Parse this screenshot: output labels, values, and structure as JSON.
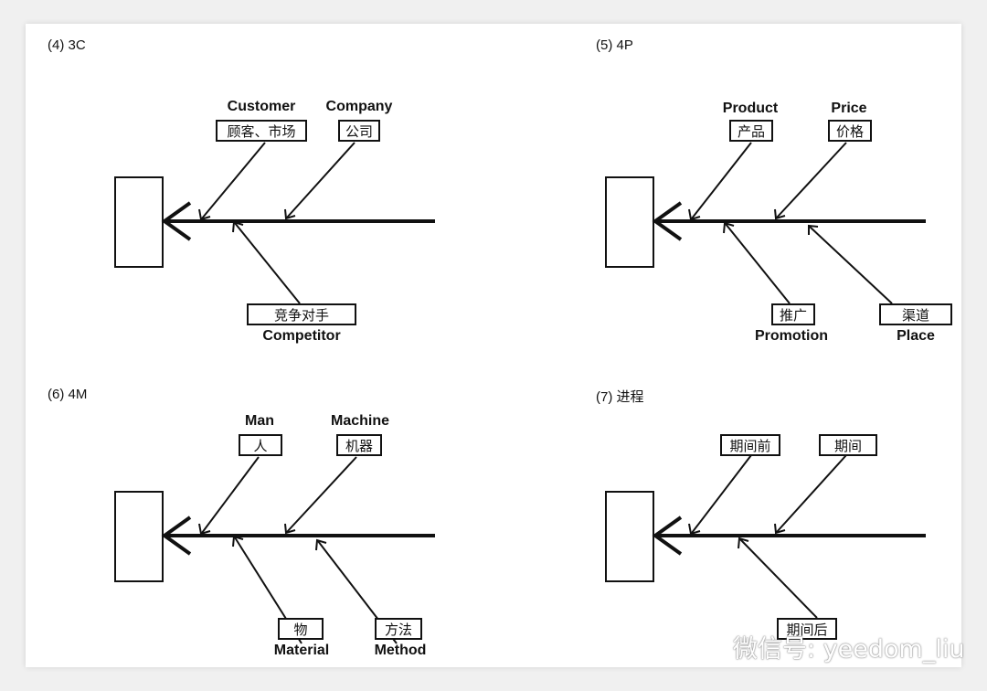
{
  "panels": {
    "p3c": {
      "title": "(4) 3C",
      "causes": [
        {
          "en": "Customer",
          "zh": "顾客、市场"
        },
        {
          "en": "Company",
          "zh": "公司"
        },
        {
          "en": "Competitor",
          "zh": "竞争对手"
        }
      ]
    },
    "p4p": {
      "title": "(5) 4P",
      "causes": [
        {
          "en": "Product",
          "zh": "产品"
        },
        {
          "en": "Price",
          "zh": "价格"
        },
        {
          "en": "Promotion",
          "zh": "推广"
        },
        {
          "en": "Place",
          "zh": "渠道"
        }
      ]
    },
    "p4m": {
      "title": "(6) 4M",
      "causes": [
        {
          "en": "Man",
          "zh": "人"
        },
        {
          "en": "Machine",
          "zh": "机器"
        },
        {
          "en": "Material",
          "zh": "物"
        },
        {
          "en": "Method",
          "zh": "方法"
        }
      ]
    },
    "pproc": {
      "title": "(7) 进程",
      "causes": [
        {
          "zh": "期间前"
        },
        {
          "zh": "期间"
        },
        {
          "zh": "期间后"
        }
      ]
    }
  },
  "watermark": {
    "text": "微信号: yeedom_liu",
    "icon": "wechat-icon"
  }
}
